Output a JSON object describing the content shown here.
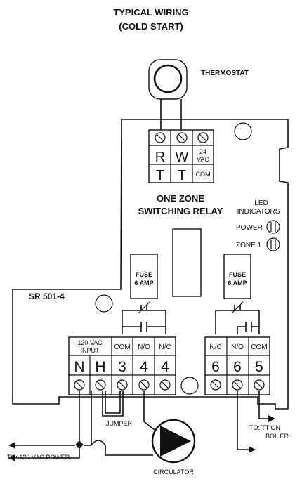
{
  "title": {
    "line1": "TYPICAL WIRING",
    "line2": "(COLD START)"
  },
  "thermostat": {
    "label": "THERMOSTAT"
  },
  "relay": {
    "name_line1": "ONE ZONE",
    "name_line2": "SWITCHING RELAY",
    "model": "SR 501-4"
  },
  "thermostat_terminals": {
    "top": [
      "R",
      "W"
    ],
    "bottom": [
      "T",
      "T"
    ],
    "vac_line1": "24",
    "vac_line2": "VAC",
    "com": "COM"
  },
  "led": {
    "heading_line1": "LED",
    "heading_line2": "INDICATORS",
    "power": "POWER",
    "zone1": "ZONE 1"
  },
  "fuses": [
    {
      "line1": "FUSE",
      "line2": "6 AMP"
    },
    {
      "line1": "FUSE",
      "line2": "6 AMP"
    }
  ],
  "left_block": {
    "input_line1": "120 VAC",
    "input_line2": "INPUT",
    "headers": [
      "COM",
      "N/O",
      "N/C"
    ],
    "terminals": [
      "N",
      "H",
      "3",
      "4",
      "4"
    ]
  },
  "right_block": {
    "headers": [
      "N/C",
      "N/O",
      "COM"
    ],
    "terminals": [
      "6",
      "6",
      "5"
    ]
  },
  "labels": {
    "jumper": "JUMPER",
    "power_in": "TO: 120 VAC POWER",
    "circulator": "CIRCULATOR",
    "boiler_line1": "TO: TT ON",
    "boiler_line2": "BOILER"
  }
}
